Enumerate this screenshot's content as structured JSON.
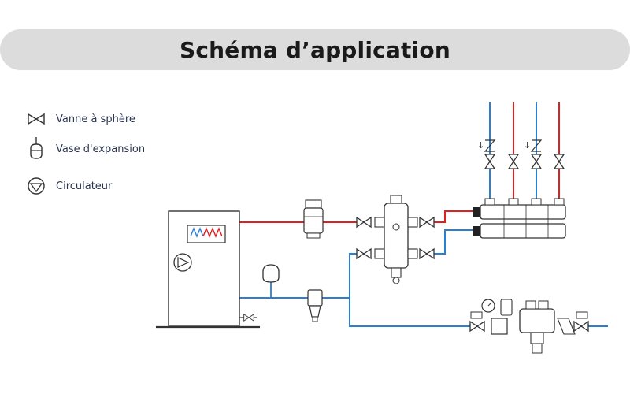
{
  "title": "Schéma d’application",
  "legend": [
    {
      "icon": "ball-valve-icon",
      "label": "Vanne à sphère"
    },
    {
      "icon": "expansion-vessel-icon",
      "label": "Vase d'expansion"
    },
    {
      "icon": "circulator-pump-icon",
      "label": "Circulateur"
    }
  ],
  "colors": {
    "hot_pipe": "#e02020",
    "cold_pipe": "#2b7fd0",
    "outline": "#333333",
    "title_bar": "#dcdcdc"
  }
}
